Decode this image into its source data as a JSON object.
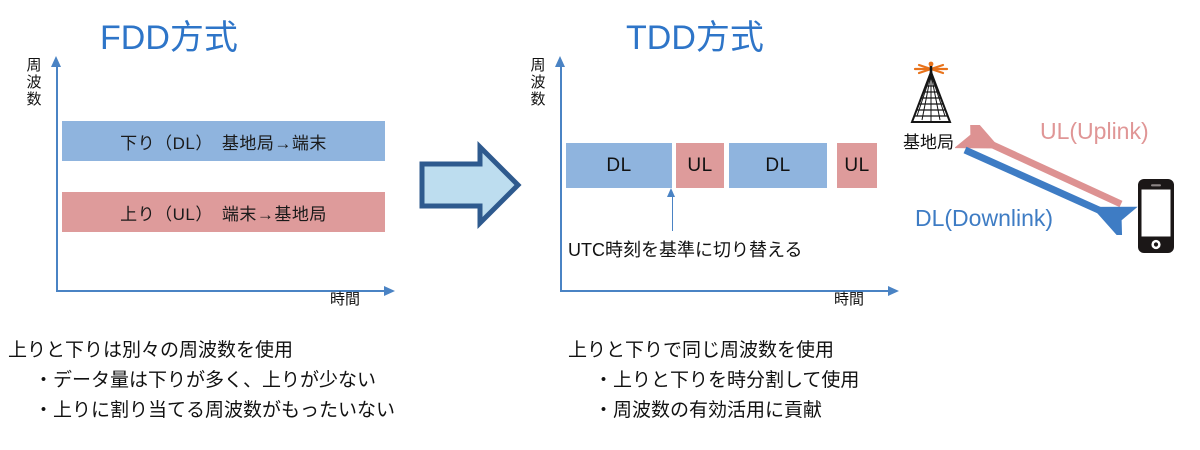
{
  "fdd": {
    "title": "FDD方式",
    "y_axis_label": "周波数",
    "x_axis_label": "時間",
    "bands": [
      {
        "id": "dl",
        "text": "下り（DL）　基地局→端末",
        "color": "#8FB4DE"
      },
      {
        "id": "ul",
        "text": "上り（UL）　端末→基地局",
        "color": "#DE9B9B"
      }
    ],
    "notes": {
      "lead": "上りと下りは別々の周波数を使用",
      "bullets": [
        "・データ量は下りが多く、上りが少ない",
        "・上りに割り当てる周波数がもったいない"
      ]
    }
  },
  "transition": {
    "icon": "right-arrow-icon",
    "fill": "#BDDDEF",
    "stroke": "#2E5A8E"
  },
  "tdd": {
    "title": "TDD方式",
    "y_axis_label": "周波数",
    "x_axis_label": "時間",
    "slots": [
      {
        "label": "DL",
        "color": "#8FB4DE"
      },
      {
        "label": "UL",
        "color": "#DE9B9B"
      },
      {
        "label": "DL",
        "color": "#8FB4DE"
      },
      {
        "label": "UL",
        "color": "#DE9B9B"
      }
    ],
    "callout": "UTC時刻を基準に切り替える",
    "notes": {
      "lead": "上りと下りで同じ周波数を使用",
      "bullets": [
        "・上りと下りを時分割して使用",
        "・周波数の有効活用に貢献"
      ]
    }
  },
  "link_diagram": {
    "base_station_caption": "基地局",
    "base_station_icon": "cell-tower-icon",
    "device_icon": "smartphone-icon",
    "uplink_label": "UL(Uplink)",
    "uplink_color": "#E09696",
    "downlink_label": "DL(Downlink)",
    "downlink_color": "#3E7CC4"
  },
  "colors": {
    "title_blue": "#2E75C8",
    "axis_blue": "#4A83C4",
    "band_blue": "#8FB4DE",
    "band_pink": "#DE9B9B"
  }
}
